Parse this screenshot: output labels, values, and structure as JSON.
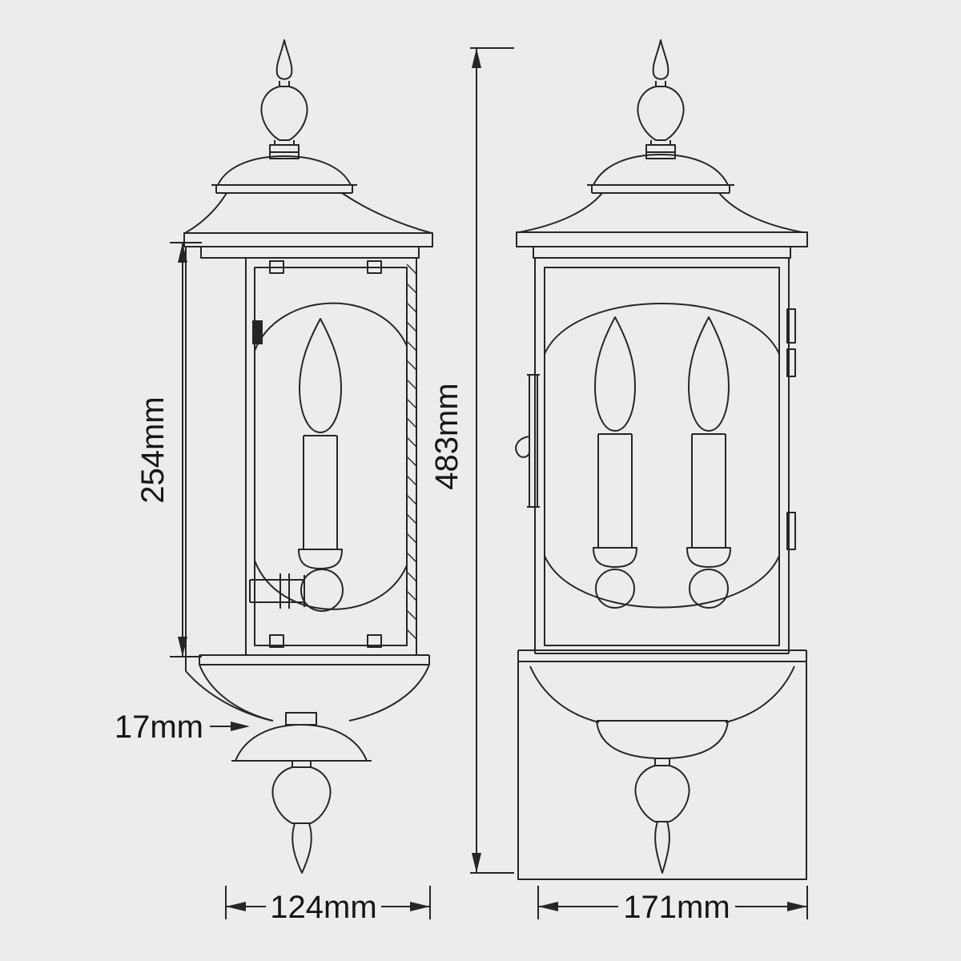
{
  "colors": {
    "background": "#ececec",
    "line": "#262626",
    "text": "#161616"
  },
  "labels": {
    "side_height": "254mm",
    "side_gap": "17mm",
    "side_width": "124mm",
    "front_height": "483mm",
    "front_width": "171mm"
  }
}
